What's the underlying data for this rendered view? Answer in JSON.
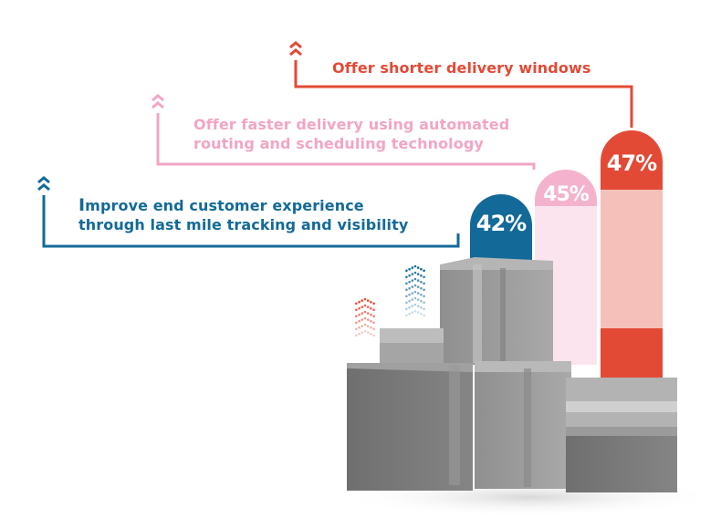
{
  "chart_data": {
    "type": "bar",
    "categories": [
      "Improve end customer experience through last mile tracking and visibility",
      "Offer faster delivery using automated routing and scheduling technology",
      "Offer shorter delivery windows"
    ],
    "values": [
      42,
      45,
      47
    ],
    "value_labels": [
      "42%",
      "45%",
      "47%"
    ],
    "label_lines": [
      [
        "Improve end customer experience",
        "through last mile tracking and visibility"
      ],
      [
        "Offer faster delivery using automated",
        "routing and scheduling technology"
      ],
      [
        "Offer shorter delivery windows"
      ]
    ],
    "colors": [
      "#136a98",
      "#f4b2cd",
      "#e34a36"
    ],
    "label_colors": [
      "#136a98",
      "#f2a5c4",
      "#e34a36"
    ],
    "icons": [
      "double-chevron-up-icon",
      "cardboard-boxes-illustration"
    ]
  }
}
